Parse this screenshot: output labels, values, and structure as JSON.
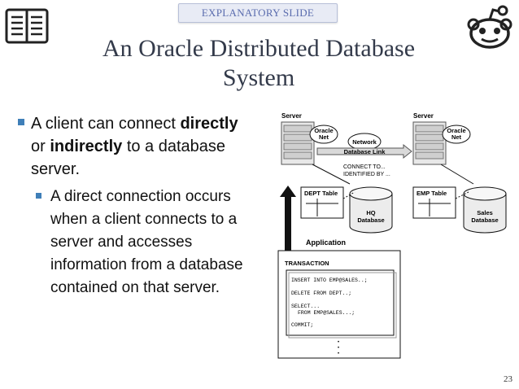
{
  "banner": "EXPLANATORY SLIDE",
  "title_line1": "An Oracle Distributed Database",
  "title_line2": "System",
  "bullet1": {
    "p1": "A client can connect ",
    "bold1": "directly",
    "p2": " or ",
    "bold2": "indirectly",
    "p3": " to a database server."
  },
  "bullet2": "A direct connection occurs when a client connects to a server and accesses information from a database contained on that server.",
  "diagram": {
    "server_left": "Server",
    "server_right": "Server",
    "oracle_net_line1": "Oracle",
    "oracle_net_line2": "Net",
    "network": "Network",
    "db_link": "Database Link",
    "connect_to": "CONNECT TO...",
    "identified_by": "IDENTIFIED BY ...",
    "dept_table": "DEPT Table",
    "emp_table": "EMP Table",
    "hq_db_line1": "HQ",
    "hq_db_line2": "Database",
    "sales_db_line1": "Sales",
    "sales_db_line2": "Database",
    "application": "Application",
    "transaction": "TRANSACTION",
    "sql_insert": "INSERT INTO EMP@SALES..;",
    "sql_delete": "DELETE FROM DEPT..;",
    "sql_select1": "SELECT...",
    "sql_select2": "FROM EMP@SALES...;",
    "sql_commit": "COMMIT;",
    "ellipsis": "•"
  },
  "page_number": "23",
  "colors": {
    "bullet": "#3f7fb8",
    "title": "#333a4a",
    "banner_text": "#5a6cae",
    "banner_bg": "#e8ebf5"
  },
  "icons": [
    "book-icon",
    "robot-face-icon"
  ]
}
